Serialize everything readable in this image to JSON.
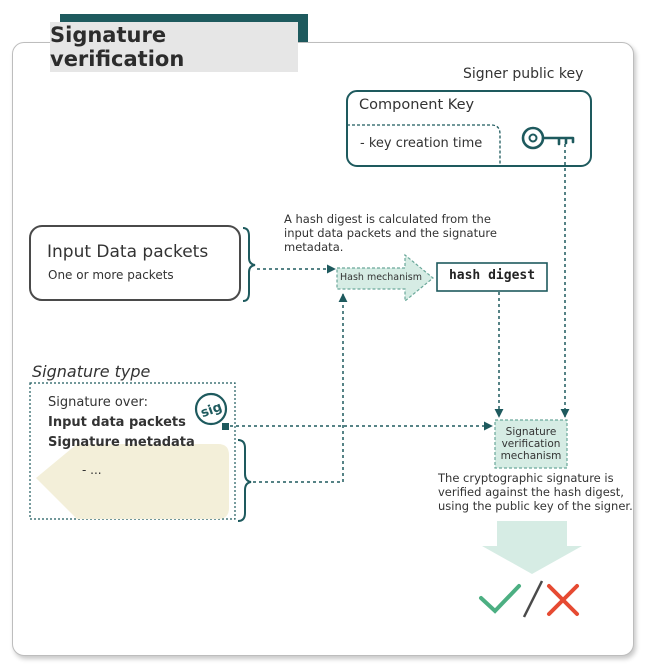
{
  "title": "Signature verification",
  "signer": {
    "heading": "Signer public key",
    "key_title": "Component Key",
    "key_field": "- key creation time"
  },
  "note_hash": "A hash digest is calculated from the input data packets and the signature metadata.",
  "input_data": {
    "title": "Input Data packets",
    "subtitle": "One or more packets"
  },
  "hash_mechanism": "Hash mechanism",
  "hash_digest": "hash digest",
  "signature_type": {
    "heading": "Signature type",
    "over": "Signature over:",
    "item1": "Input data packets",
    "item2": "Signature metadata",
    "ellipsis": "- ...",
    "badge": "sig"
  },
  "verification": "Signature verification mechanism",
  "note_verify": "The cryptographic signature is verified against the hash digest, using the public key of the signer.",
  "colors": {
    "teal": "#1e5a5e",
    "mint_fill": "#d6ece4",
    "cream": "#f3efd9",
    "check": "#4caf82",
    "cross": "#e64a32"
  },
  "icons": [
    "key-icon",
    "sig-badge-icon",
    "check-icon",
    "cross-icon"
  ]
}
